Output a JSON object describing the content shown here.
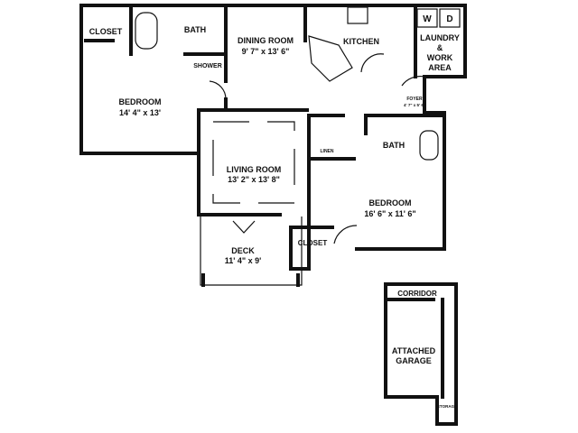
{
  "rooms": {
    "closet1": {
      "name": "CLOSET"
    },
    "bath1": {
      "name": "BATH"
    },
    "shower": {
      "name": "SHOWER"
    },
    "bedroom1": {
      "name": "BEDROOM",
      "size": "14' 4\" x 13'"
    },
    "dining": {
      "name": "DINING ROOM",
      "size": "9' 7\" x 13' 6\""
    },
    "kitchen": {
      "name": "KITCHEN"
    },
    "laundry": {
      "line1": "LAUNDRY",
      "line2": "&",
      "line3": "WORK",
      "line4": "AREA"
    },
    "washer": {
      "name": "W"
    },
    "dryer": {
      "name": "D"
    },
    "foyer": {
      "name": "FOYER",
      "size": "4' 7\" x 5' 6\""
    },
    "linen": {
      "name": "LINEN"
    },
    "bath2": {
      "name": "BATH"
    },
    "living": {
      "name": "LIVING ROOM",
      "size": "13' 2\" x 13' 8\""
    },
    "bedroom2": {
      "name": "BEDROOM",
      "size": "16' 6\" x 11' 6\""
    },
    "deck": {
      "name": "DECK",
      "size": "11' 4\" x 9'"
    },
    "closet2": {
      "name": "CLOSET"
    },
    "corridor": {
      "name": "CORRIDOR"
    },
    "garage": {
      "line1": "ATTACHED",
      "line2": "GARAGE"
    },
    "storage": {
      "name": "STORAGE"
    }
  }
}
